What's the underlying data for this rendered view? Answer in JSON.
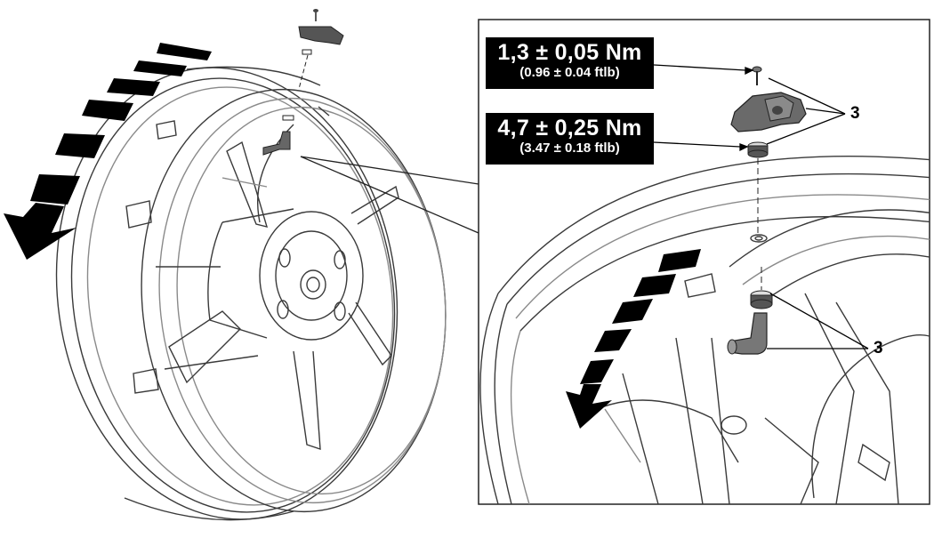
{
  "torque_labels": [
    {
      "value": "1,3 ± 0,05 Nm",
      "imperial": "(0.96 ± 0.04 ftlb)"
    },
    {
      "value": "4,7 ± 0,25 Nm",
      "imperial": "(3.47 ± 0.18 ftlb)"
    }
  ],
  "callouts": {
    "upper": "3",
    "lower": "3"
  },
  "colors": {
    "ink": "#000000",
    "line": "#333333",
    "light_line": "#9a9a9a",
    "fill": "#ffffff"
  },
  "icons": {
    "rotation_arrow": "rotation-direction-arrow-icon",
    "sensor": "tpms-sensor-icon",
    "valve": "valve-stem-icon"
  }
}
